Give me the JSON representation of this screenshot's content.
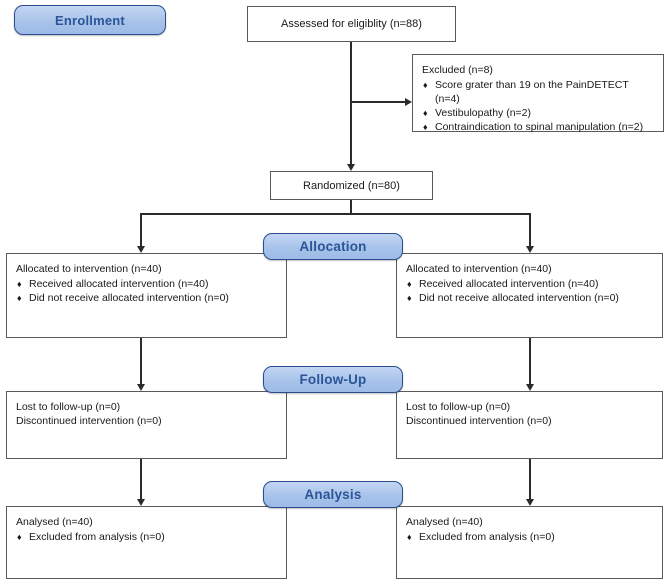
{
  "diagram": {
    "title": "CONSORT participant flow diagram",
    "type": "flowchart",
    "accent_color": "#2b5597",
    "banner_fill": "#a8c3ea",
    "banner_border": "#2a4d8f",
    "box_border": "#5a5a5a",
    "connector_color": "#2b2b2b",
    "bullet_glyph": "♦"
  },
  "stages": {
    "enrollment": "Enrollment",
    "allocation": "Allocation",
    "followup": "Follow-Up",
    "analysis": "Analysis"
  },
  "enrollment": {
    "assessed": "Assessed for eligiblity (n=88)",
    "randomized": "Randomized (n=80)",
    "excluded": {
      "head": "Excluded (n=8)",
      "reasons": [
        "Score grater than 19 on the PainDETECT (n=4)",
        "Vestibulopathy (n=2)",
        "Contraindication to spinal manipulation (n=2)"
      ]
    }
  },
  "allocation_left": {
    "head": "Allocated to intervention (n=40)",
    "items": [
      "Received allocated intervention (n=40)",
      "Did not receive allocated intervention (n=0)"
    ]
  },
  "allocation_right": {
    "head": "Allocated to intervention (n=40)",
    "items": [
      "Received allocated intervention (n=40)",
      "Did not receive allocated intervention (n=0)"
    ]
  },
  "followup_left": {
    "lines": [
      "Lost to follow-up (n=0)",
      "Discontinued intervention (n=0)"
    ]
  },
  "followup_right": {
    "lines": [
      "Lost to follow-up (n=0)",
      "Discontinued intervention (n=0)"
    ]
  },
  "analysis_left": {
    "head": "Analysed (n=40)",
    "items": [
      "Excluded from analysis (n=0)"
    ]
  },
  "analysis_right": {
    "head": "Analysed (n=40)",
    "items": [
      "Excluded from analysis (n=0)"
    ]
  }
}
